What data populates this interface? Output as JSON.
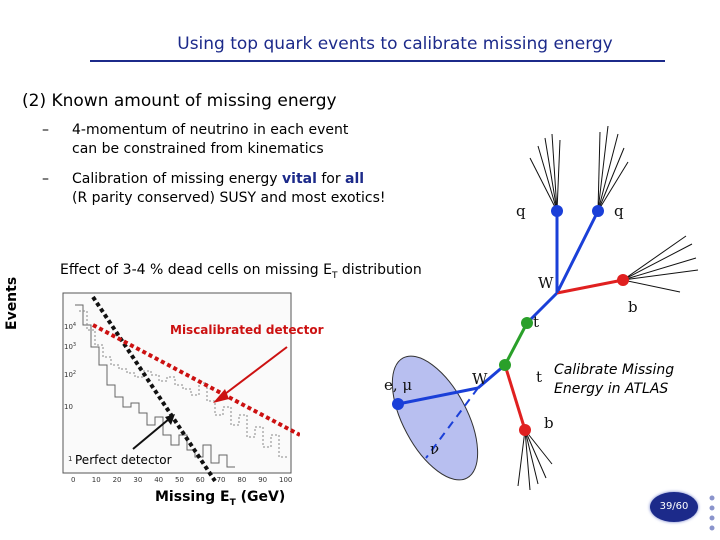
{
  "slide": {
    "title": "Using top quark events to calibrate missing energy",
    "section_heading": "(2) Known amount of missing energy",
    "bullets": [
      {
        "dash": "–",
        "line1": "4-momentum of neutrino in each event",
        "line2": "can be constrained from kinematics"
      },
      {
        "dash": "–",
        "line1_pre": "Calibration of missing energy ",
        "line1_vital": "vital",
        "line1_mid": " for ",
        "line1_all": "all",
        "line2": "(R parity conserved) SUSY and most exotics!"
      }
    ],
    "plot_caption_pre": "Effect of 3-4 % dead cells on missing E",
    "plot_caption_sub": "T",
    "plot_caption_post": " distribution",
    "calibrate_note_line1": "Calibrate Missing",
    "calibrate_note_line2": "Energy in ATLAS",
    "page_number": "39/60",
    "highlight_color": "#1c2a8a"
  },
  "plot": {
    "y_axis_label": "Events",
    "x_axis_label_pre": "Missing E",
    "x_axis_label_sub": "T",
    "x_axis_label_post": " (GeV)",
    "x_ticks": [
      "0",
      "10",
      "20",
      "30",
      "40",
      "50",
      "60",
      "70",
      "80",
      "90",
      "100"
    ],
    "y_ticks": [
      "10",
      "10",
      "10",
      "10",
      "1"
    ],
    "y_tick_exponents": [
      "4",
      "3",
      "2",
      "",
      ""
    ],
    "annotation_miscalibrated": "Miscalibrated detector",
    "annotation_perfect": "Perfect detector",
    "colors": {
      "miscalibrated": "#cc1111",
      "perfect": "#111111"
    }
  },
  "diagram": {
    "labels": {
      "q_left": "q",
      "q_right": "q",
      "w_top": "W",
      "b_top": "b",
      "t_top": "t",
      "lepton": "e, μ",
      "w_bottom": "W",
      "t_bottom": "t",
      "b_bottom": "b",
      "neutrino": "ν"
    },
    "colors": {
      "q": "#1a3fd8",
      "w": "#1a3fd8",
      "b": "#e02020",
      "t": "#2aa02a",
      "lepton": "#1a3fd8",
      "neutrino_ellipse": "#b8bff0"
    }
  }
}
